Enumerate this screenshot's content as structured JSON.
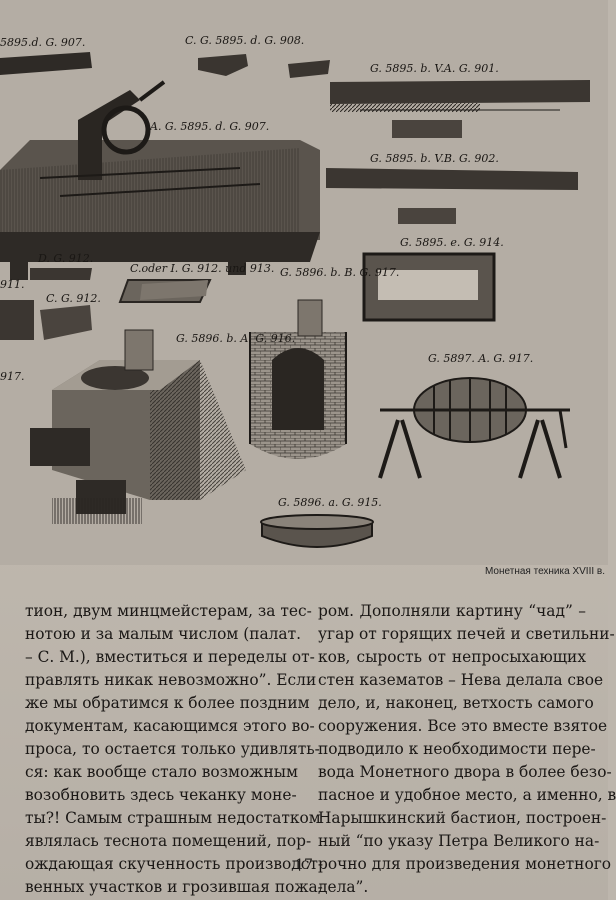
{
  "plate": {
    "labels": {
      "l1": "5895.d. G. 907.",
      "l2": "C. G. 5895. d. G. 908.",
      "l3": "G. 5895. b. V.A. G. 901.",
      "l4": "A. G. 5895. d. G. 907.",
      "l5": "G. 5895. b. V.B. G. 902.",
      "l6": "G. 5895. e. G. 914.",
      "l7": "D. G. 912.",
      "l8": "C.oder I. G. 912. und 913.",
      "l9": "G. 5896. b. B. G. 917.",
      "l10": "911.",
      "l11": "C. G. 912.",
      "l12": "G. 5896. b. A. G. 916.",
      "l13": "G. 5897. A. G. 917.",
      "l14": "917.",
      "l15": "G. 5896. a. G. 915."
    }
  },
  "caption": "Монетная техника XVIII в.",
  "text": {
    "left_lines": [
      "тион, двум минцмейстерам, за тес-",
      "нотою и за малым  числом (палат.",
      "– С. М.), вместиться и переделы от-",
      "правлять никак невозможно”. Если",
      "же мы обратимся к более поздним",
      "документам, касающимся этого во-",
      "проса, то остается только удивлять-",
      "ся: как вообще стало возможным",
      "возобновить здесь чеканку моне-",
      "ты?! Самым страшным недостатком",
      "являлась теснота помещений, пор-",
      "ождающая скученность производст-",
      "венных участков и грозившая пожа-"
    ],
    "right_lines": [
      "ром. Дополняли картину “чад” –",
      "угар от горящих печей и светильни-",
      "ков, сырость от непросыхающих",
      "стен казематов  – Нева делала свое",
      "дело, и, наконец, ветхость самого",
      "сооружения. Все это вместе взятое",
      "подводило к необходимости пере-",
      "вода Монетного двора в более безо-",
      "пасное и удобное место, а именно, в",
      "Нарышкинский бастион, построен-",
      "ный “по указу Петра Великого на-",
      "рочно для произведения монетного",
      "дела”."
    ]
  },
  "page_number": "17"
}
